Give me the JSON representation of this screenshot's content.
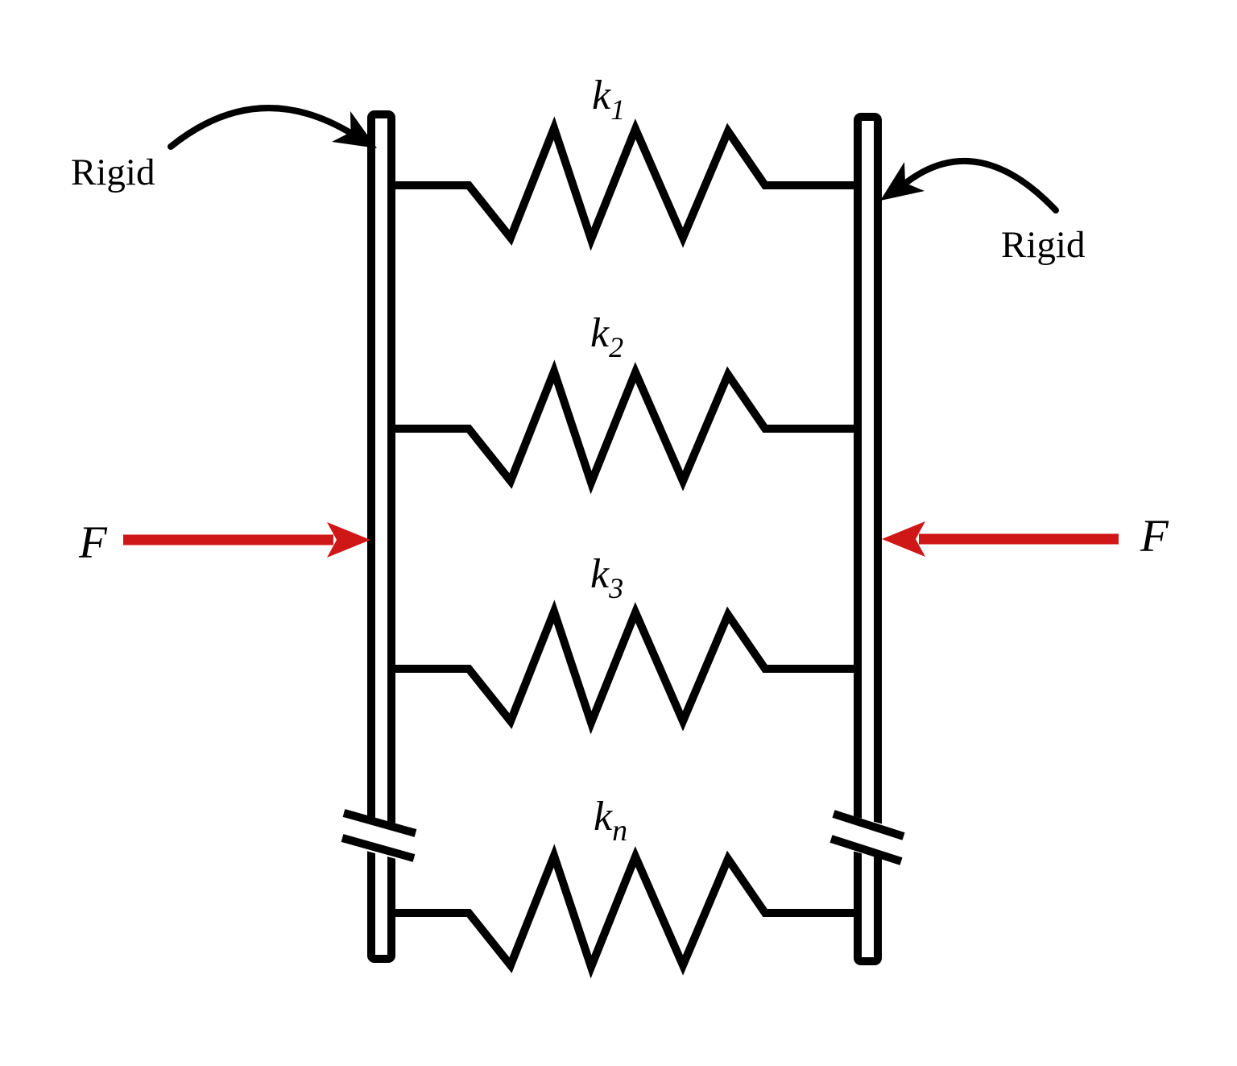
{
  "diagram": {
    "description": "Springs connected in parallel between two rigid bars under compressive forces",
    "labels": {
      "rigid_left": "Rigid",
      "rigid_right": "Rigid",
      "force_left": "F",
      "force_right": "F"
    },
    "springs": [
      {
        "symbol": "k",
        "subscript": "1"
      },
      {
        "symbol": "k",
        "subscript": "2"
      },
      {
        "symbol": "k",
        "subscript": "3"
      },
      {
        "symbol": "k",
        "subscript": "n"
      }
    ],
    "colors": {
      "line": "#000000",
      "force_arrow": "#d01717",
      "background": "#ffffff"
    }
  }
}
